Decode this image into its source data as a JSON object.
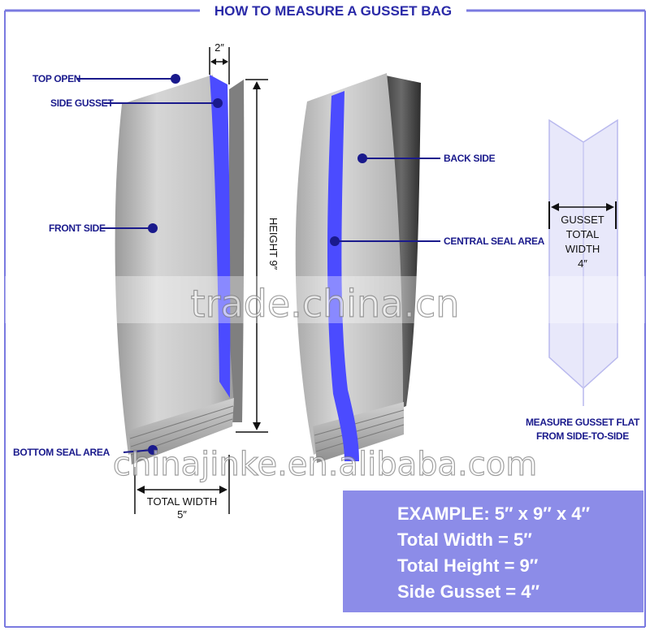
{
  "title": "HOW TO MEASURE A GUSSET BAG",
  "labels": {
    "top_open": "TOP OPEN",
    "side_gusset": "SIDE GUSSET",
    "front_side": "FRONT SIDE",
    "bottom_seal_area": "BOTTOM SEAL AREA",
    "back_side": "BACK SIDE",
    "central_seal_area": "CENTRAL SEAL AREA"
  },
  "dimensions": {
    "gusset_top": "2″",
    "height": "HEIGHT 9″",
    "total_width_label": "TOTAL WIDTH",
    "total_width_value": "5″"
  },
  "gusset_flat": {
    "line1": "GUSSET",
    "line2": "TOTAL",
    "line3": "WIDTH",
    "line4": "4″",
    "caption1": "MEASURE GUSSET FLAT",
    "caption2": "FROM SIDE-TO-SIDE"
  },
  "example": {
    "line1": "EXAMPLE: 5″ x 9″ x 4″",
    "line2": "Total Width = 5″",
    "line3": "Total Height = 9″",
    "line4": "Side Gusset = 4″"
  },
  "watermarks": {
    "wm1": "trade.china.cn",
    "wm2": "chinajinke.en.alibaba.com"
  },
  "colors": {
    "accent_blue": "#4b4bff",
    "title_blue": "#2a2aa8",
    "example_panel": "#8c8ce8"
  }
}
